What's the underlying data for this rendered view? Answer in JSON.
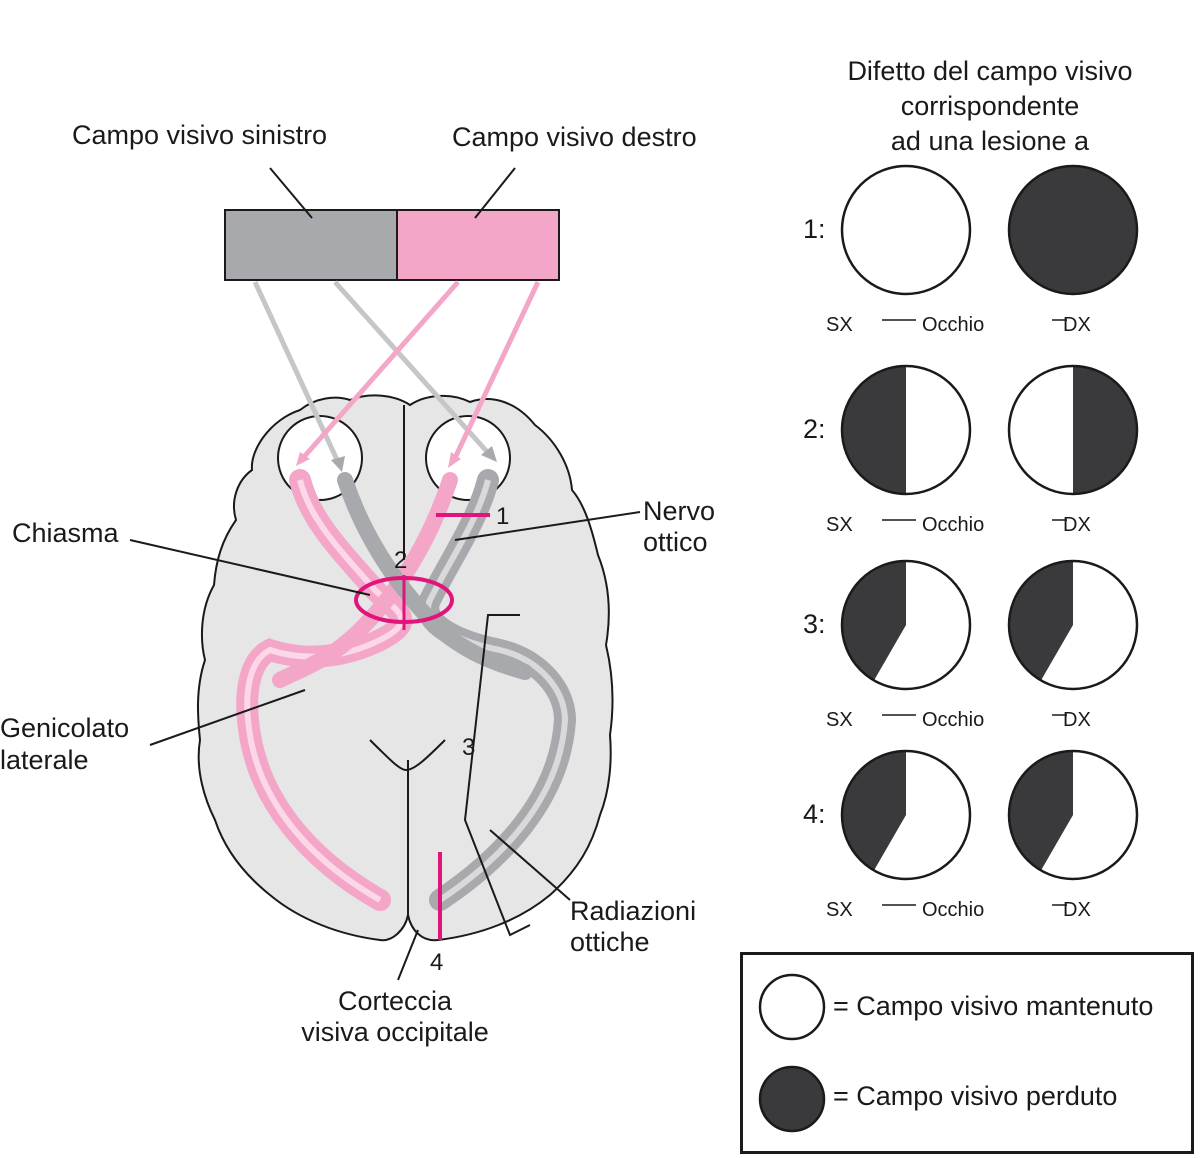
{
  "colors": {
    "left_field": "#a7a9ac",
    "right_field": "#f4a6c9",
    "lesion": "#e0147a",
    "brain_fill": "#e6e6e6",
    "lost_field": "#3a3a3c",
    "kept_field": "#ffffff",
    "pink_path": "#f4a6c9",
    "gray_path": "#a7a9ac"
  },
  "labels": {
    "left_field": "Campo visivo sinistro",
    "right_field": "Campo visivo destro",
    "chiasm": "Chiasma",
    "optic_nerve_1": "Nervo",
    "optic_nerve_2": "ottico",
    "lgn_1": "Genicolato",
    "lgn_2": "laterale",
    "radiations_1": "Radiazioni",
    "radiations_2": "ottiche",
    "cortex_1": "Corteccia",
    "cortex_2": "visiva occipitale"
  },
  "lesion_numbers": [
    "1",
    "2",
    "3",
    "4"
  ],
  "defects": {
    "title_line1": "Difetto del campo visivo",
    "title_line2": "corrispondente",
    "title_line3": "ad una lesione a",
    "left_eye": "SX",
    "right_eye": "DX",
    "eye_word": "Occhio",
    "rows": [
      {
        "label": "1:",
        "left": "intact",
        "right": "lost"
      },
      {
        "label": "2:",
        "left": "left-half",
        "right": "right-half"
      },
      {
        "label": "3:",
        "left": "upper-left-quadrant",
        "right": "upper-left-quadrant"
      },
      {
        "label": "4:",
        "left": "upper-left-quadrant",
        "right": "upper-left-quadrant"
      }
    ]
  },
  "legend": {
    "kept": "= Campo visivo mantenuto",
    "lost": "= Campo visivo perduto"
  }
}
